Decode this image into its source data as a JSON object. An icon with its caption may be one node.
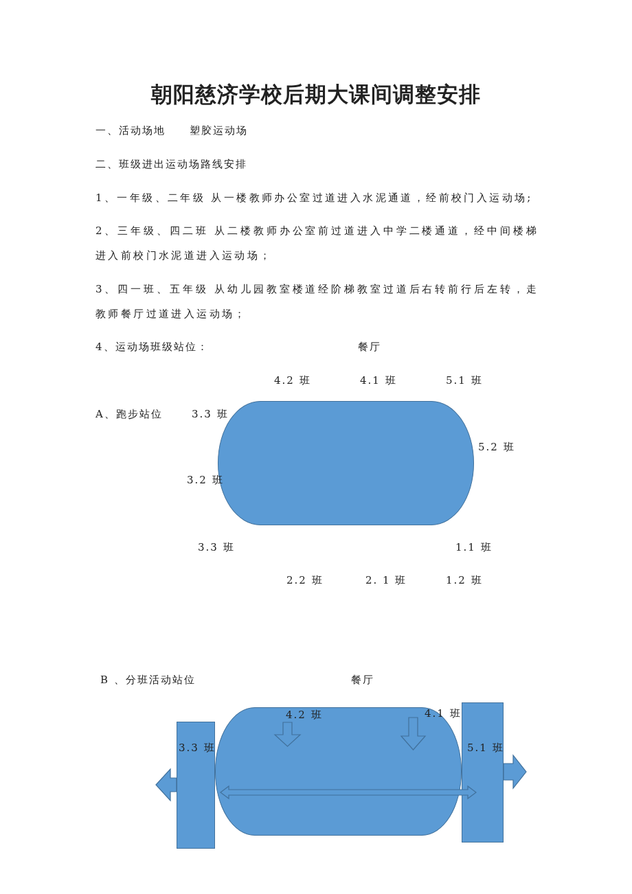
{
  "diagram": {
    "title": "朝阳慈济学校后期大课间调整安排",
    "nodes": [
      {
        "text": [],
        "shape": "capsule"
      },
      {
        "text": [
          "3.3 班"
        ]
      },
      {
        "text": [
          "4.2 班"
        ]
      },
      {
        "text": [
          "5.1 班"
        ]
      }
    ],
    "edges": [],
    "labels": [
      "一、活动场地",
      "塑胶运动场",
      "二、班级进出运动场路线安排",
      "1、一年级、二年级 从一楼教师办公室过道进入水泥通道，经前校门入运动场;",
      "2、三年级、四二班 从二楼教师办公室前过道进入中学二楼通道，经中间楼梯进入前校门水泥道进入运动场；",
      "3、四一班、五年级 从幼儿园教室楼道经阶梯教室过道后右转前行后左转，走教师餐厅过道进入运动场；",
      "4、运动场班级站位：",
      "餐厅",
      "4.2 班",
      "4.1 班",
      "5.1 班",
      "A、跑步站位",
      "3.3 班",
      "5.2 班",
      "3.2 班",
      "3.3 班",
      "1.1 班",
      "2.2 班",
      "2. 1 班",
      "1.2 班",
      "B 、分班活动站位",
      "餐厅",
      "4.1 班"
    ]
  }
}
